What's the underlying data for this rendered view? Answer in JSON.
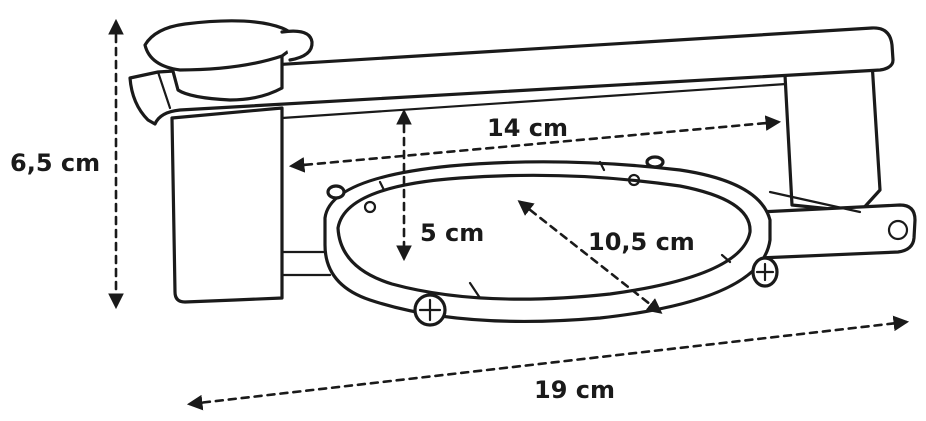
{
  "dimensions": {
    "height": "6,5 cm",
    "length_inner": "14 cm",
    "depth": "5 cm",
    "diameter": "10,5 cm",
    "length_total": "19 cm"
  },
  "colors": {
    "line": "#1a1a1a",
    "background": "#ffffff"
  }
}
